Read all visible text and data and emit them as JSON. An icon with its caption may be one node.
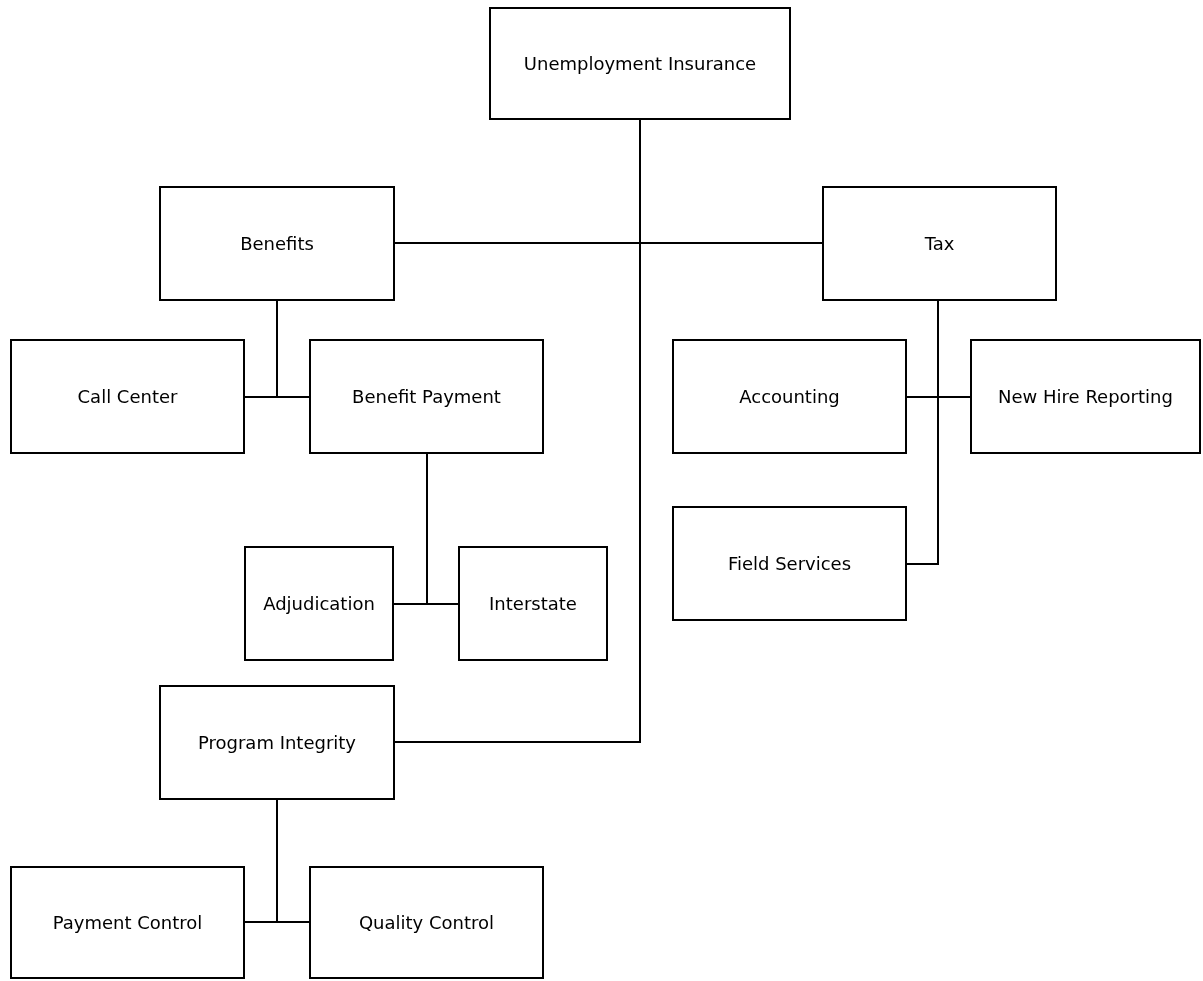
{
  "diagram": {
    "nodes": [
      {
        "text": [
          "Unemployment Insurance"
        ]
      },
      {
        "text": [
          "Benefits"
        ]
      },
      {
        "text": [
          "Tax"
        ]
      },
      {
        "text": [
          "Call Center"
        ]
      },
      {
        "text": [
          "Benefit Payment"
        ]
      },
      {
        "text": [
          "Accounting"
        ]
      },
      {
        "text": [
          "New Hire Reporting"
        ]
      },
      {
        "text": [
          "Adjudication"
        ]
      },
      {
        "text": [
          "Interstate"
        ]
      },
      {
        "text": [
          "Field Services"
        ]
      },
      {
        "text": [
          "Program Integrity"
        ]
      },
      {
        "text": [
          "Payment Control"
        ]
      },
      {
        "text": [
          "Quality Control"
        ]
      }
    ],
    "edges": [
      {
        "from": 0,
        "to": 1,
        "arrow": "none"
      },
      {
        "from": 0,
        "to": 2,
        "arrow": "none"
      },
      {
        "from": 0,
        "to": 10,
        "arrow": "none"
      },
      {
        "from": 1,
        "to": 3,
        "arrow": "none"
      },
      {
        "from": 1,
        "to": 4,
        "arrow": "none"
      },
      {
        "from": 4,
        "to": 7,
        "arrow": "none"
      },
      {
        "from": 4,
        "to": 8,
        "arrow": "none"
      },
      {
        "from": 2,
        "to": 5,
        "arrow": "none"
      },
      {
        "from": 2,
        "to": 6,
        "arrow": "none"
      },
      {
        "from": 2,
        "to": 9,
        "arrow": "none"
      },
      {
        "from": 10,
        "to": 11,
        "arrow": "none"
      },
      {
        "from": 10,
        "to": 12,
        "arrow": "none"
      }
    ]
  }
}
